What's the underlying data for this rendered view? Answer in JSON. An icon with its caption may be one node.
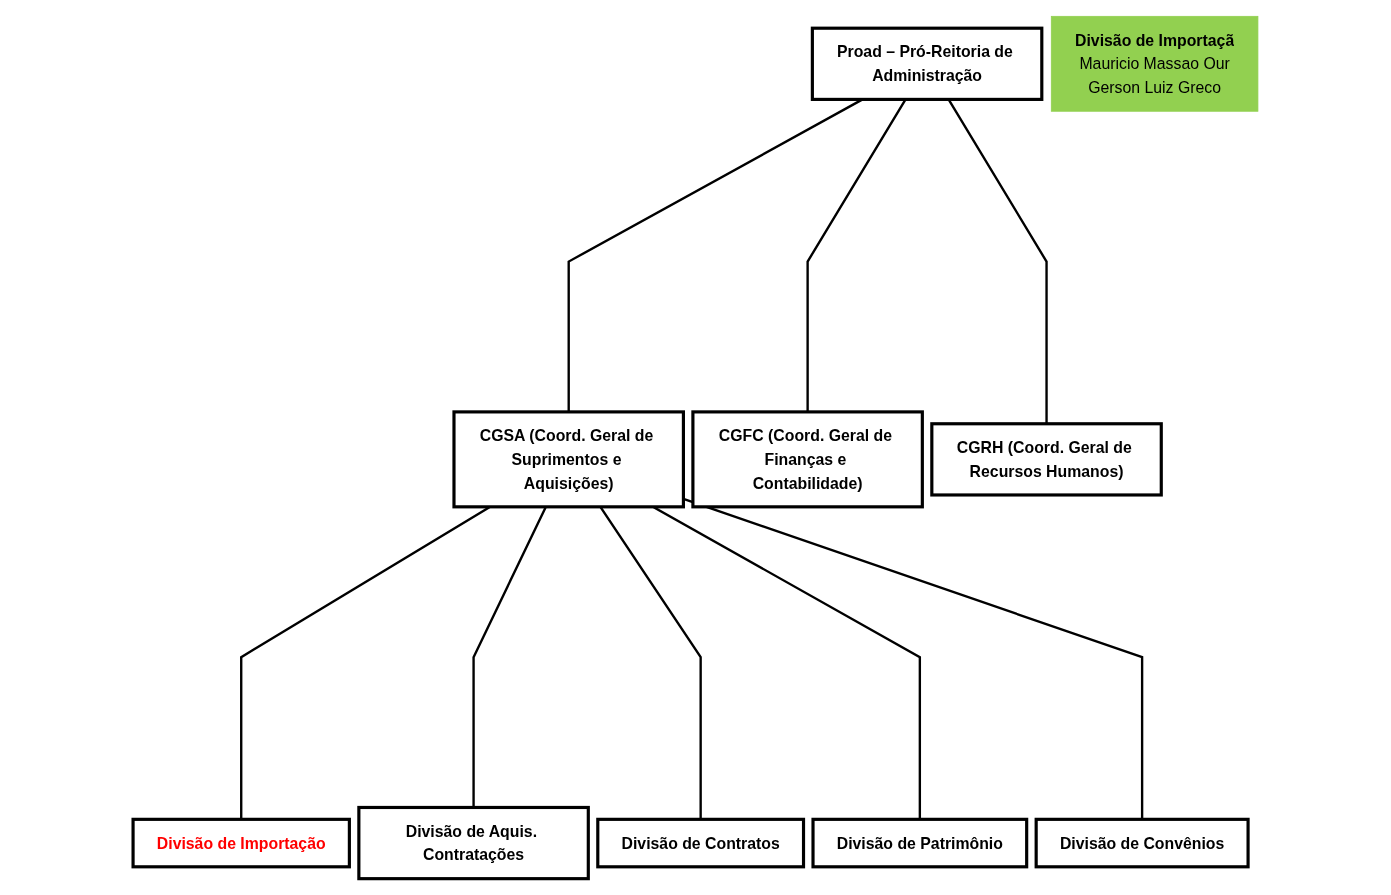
{
  "diagram": {
    "nodes": [
      {
        "text": [
          "Proad – Pró-Reitoria de Administração"
        ]
      },
      {
        "text": [
          "CGSA (Coord. Geral de Suprimentos e Aquisições)"
        ]
      },
      {
        "text": [
          "CGFC (Coord. Geral de Finanças e Contabilidade)"
        ]
      },
      {
        "text": [
          "CGRH (Coord. Geral de Recursos Humanos)"
        ]
      },
      {
        "text": [
          "Divisão de Importação"
        ]
      },
      {
        "text": [
          "Divisão de Aquis. Contratações"
        ]
      },
      {
        "text": [
          "Divisão de Contratos"
        ]
      },
      {
        "text": [
          "Divisão de Patrimônio"
        ]
      },
      {
        "text": [
          "Divisão de Convênios"
        ]
      },
      {
        "text": [
          "Divisão de Importaçã",
          "Mauricio Massao Our",
          "Gerson Luiz Greco"
        ]
      }
    ],
    "edges": [
      {
        "from": 0,
        "to": 1,
        "arrow": "none"
      },
      {
        "from": 0,
        "to": 2,
        "arrow": "none"
      },
      {
        "from": 0,
        "to": 3,
        "arrow": "none"
      },
      {
        "from": 1,
        "to": 4,
        "arrow": "none"
      },
      {
        "from": 1,
        "to": 5,
        "arrow": "none"
      },
      {
        "from": 1,
        "to": 6,
        "arrow": "none"
      },
      {
        "from": 1,
        "to": 7,
        "arrow": "none"
      },
      {
        "from": 1,
        "to": 8,
        "arrow": "none"
      }
    ]
  }
}
